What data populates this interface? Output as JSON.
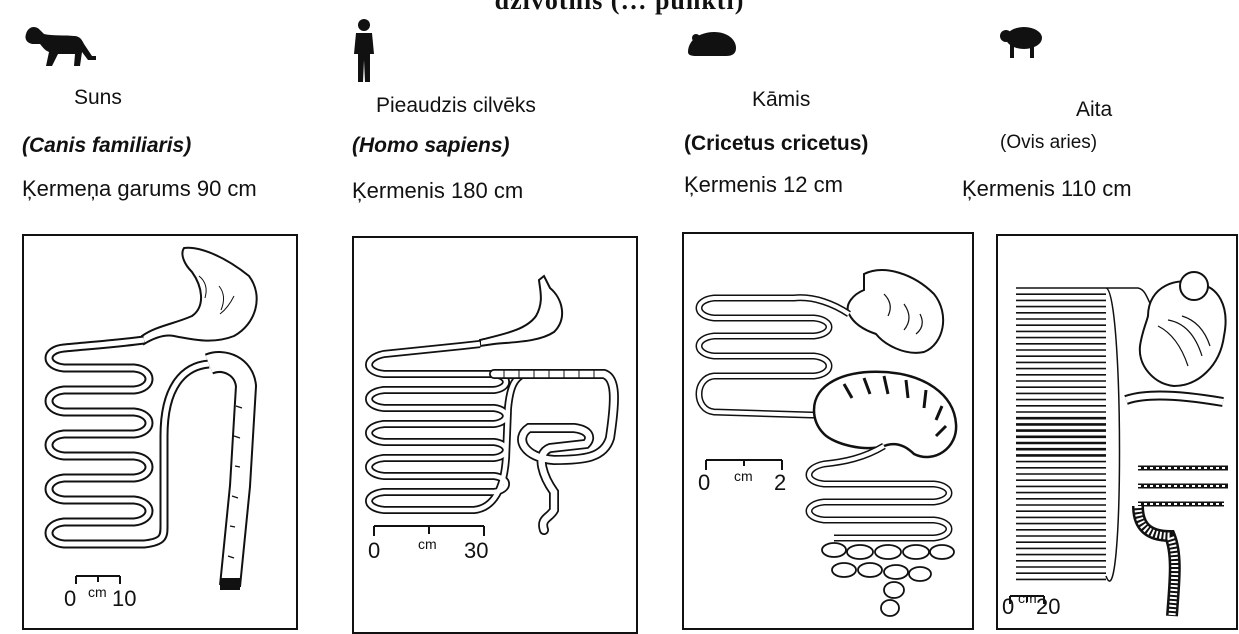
{
  "header": {
    "title": "dzīvotnis (… punkti)"
  },
  "animals": [
    {
      "name": "Suns",
      "latin": "(Canis familiaris)",
      "size": "Ķermeņa garums 90 cm",
      "icon": "dog-silhouette-icon",
      "scale": {
        "start": "0",
        "unit": "cm",
        "end": "10"
      }
    },
    {
      "name": "Pieaudzis cilvēks",
      "latin": "(Homo sapiens)",
      "size": "Ķermenis 180 cm",
      "icon": "human-silhouette-icon",
      "scale": {
        "start": "0",
        "unit": "cm",
        "end": "30"
      }
    },
    {
      "name": "Kāmis",
      "latin": "(Cricetus cricetus)",
      "size": "Ķermenis 12 cm",
      "icon": "hamster-silhouette-icon",
      "scale": {
        "start": "0",
        "unit": "cm",
        "end": "2"
      }
    },
    {
      "name": "Aita",
      "latin": "(Ovis aries)",
      "size": "Ķermenis 110 cm",
      "icon": "sheep-silhouette-icon",
      "scale": {
        "start": "0",
        "unit": "cm",
        "end": "20"
      }
    }
  ]
}
